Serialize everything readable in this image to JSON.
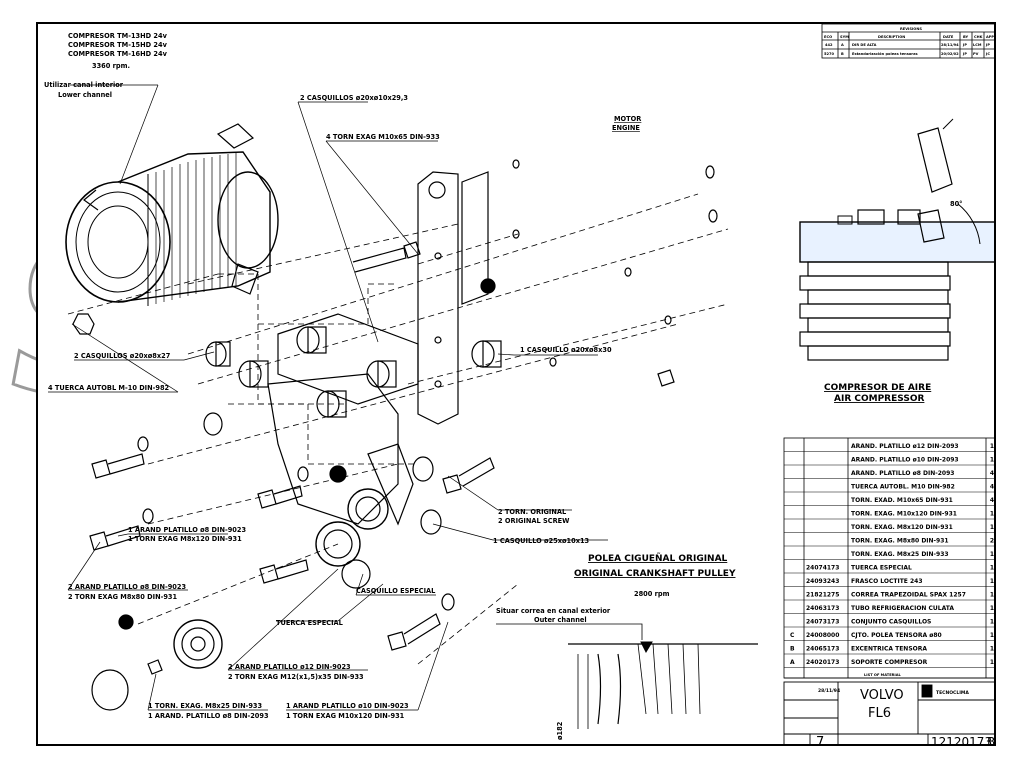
{
  "compressor": {
    "line1": "COMPRESOR TM-13HD 24v",
    "line2": "COMPRESOR TM-15HD 24v",
    "line3": "COMPRESOR TM-16HD 24v",
    "rpm": "3360 rpm.",
    "channel_es": "Utilizar canal interior",
    "channel_en": "Lower channel"
  },
  "callouts": {
    "casquillos_20x29": "2 CASQUILLOS ø20xø10x29,3",
    "torn_m10x65": "4 TORN EXAG M10x65 DIN-933",
    "casquillos_20x27": "2 CASQUILLOS ø20xø8x27",
    "tuerca_m10": "4 TUERCA AUTOBL M-10 DIN-982",
    "casquillo_20x30": "1 CASQUILLO ø20xø8x30",
    "torn_original_es": "2 TORN. ORIGINAL",
    "torn_original_en": "2 ORIGINAL SCREW",
    "casquillo_25x13": "1 CASQUILLO ø25xø10x13",
    "arand8_a": "1 ARAND PLATILLO ø8 DIN-9023",
    "torn_m8x120": "1 TORN EXAG M8x120 DIN-931",
    "arand8_b": "2 ARAND PLATILLO ø8 DIN-9023",
    "torn_m8x80": "2 TORN EXAG M8x80 DIN-931",
    "casquillo_especial": "CASQUILLO ESPECIAL",
    "tuerca_especial": "TUERCA ESPECIAL",
    "arand12": "2 ARAND PLATILLO ø12 DIN-9023",
    "torn_m12": "2 TORN EXAG M12(x1,5)x35 DIN-933",
    "torn_m8x25": "1 TORN. EXAG. M8x25 DIN-933",
    "arand8_c": "1 ARAND. PLATILLO ø8 DIN-2093",
    "arand10": "1 ARAND PLATILLO ø10 DIN-9023",
    "torn_m10x120": "1 TORN EXAG M10x120 DIN-931"
  },
  "motor": {
    "es": "MOTOR",
    "en": "ENGINE"
  },
  "air_compressor": {
    "es": "COMPRESOR DE AIRE",
    "en": "AIR COMPRESSOR",
    "angle": "80°"
  },
  "pulley": {
    "es": "POLEA CIGUEÑAL ORIGINAL",
    "en": "ORIGINAL CRANKSHAFT PULLEY",
    "rpm": "2800 rpm",
    "channel_es": "Situar correa en canal exterior",
    "channel_en": "Outer channel",
    "dim": "ø182"
  },
  "revisions": {
    "title": "REVISIONS",
    "headers": [
      "ECO",
      "SYM",
      "DESCRIPTION",
      "DATE",
      "BY",
      "CHK",
      "APP"
    ],
    "rows": [
      [
        "442",
        "A",
        "DIR DE ALTA",
        "28/11/94",
        "JP",
        "LCM",
        "JP"
      ],
      [
        "5270",
        "B",
        "Estandarización poleas tensoras",
        "20/02/02",
        "JP",
        "PV",
        "JC"
      ]
    ]
  },
  "parts": [
    {
      "ref": "",
      "desc": "ARAND. PLATILLO ø12 DIN-2093",
      "qty": "1"
    },
    {
      "ref": "",
      "desc": "ARAND. PLATILLO ø10 DIN-2093",
      "qty": "1"
    },
    {
      "ref": "",
      "desc": "ARAND. PLATILLO ø8 DIN-2093",
      "qty": "4"
    },
    {
      "ref": "",
      "desc": "TUERCA AUTOBL. M10 DIN-982",
      "qty": "4"
    },
    {
      "ref": "",
      "desc": "TORN. EXAD. M10x65 DIN-931",
      "qty": "4"
    },
    {
      "ref": "",
      "desc": "TORN. EXAG. M10x120 DIN-931",
      "qty": "1"
    },
    {
      "ref": "",
      "desc": "TORN. EXAG. M8x120 DIN-931",
      "qty": "1"
    },
    {
      "ref": "",
      "desc": "TORN. EXAG. M8x80 DIN-931",
      "qty": "2"
    },
    {
      "ref": "",
      "desc": "TORN. EXAG. M8x25 DIN-933",
      "qty": "1"
    },
    {
      "ref": "24074173",
      "desc": "TUERCA ESPECIAL",
      "qty": "1"
    },
    {
      "ref": "24093243",
      "desc": "FRASCO LOCTITE 243",
      "qty": "1"
    },
    {
      "ref": "21821275",
      "desc": "CORREA TRAPEZOIDAL SPAX 1257",
      "qty": "1"
    },
    {
      "ref": "24063173",
      "desc": "TUBO REFRIGERACION CULATA",
      "qty": "1"
    },
    {
      "ref": "24073173",
      "desc": "CONJUNTO CASQUILLOS",
      "qty": "1"
    },
    {
      "ref": "24008000",
      "desc": "CJTO. POLEA TENSORA ø80",
      "qty": "1",
      "sym": "C"
    },
    {
      "ref": "24065173",
      "desc": "EXCENTRICA TENSORA",
      "qty": "1",
      "sym": "B"
    },
    {
      "ref": "24020173",
      "desc": "SOPORTE COMPRESOR",
      "qty": "1",
      "sym": "A"
    }
  ],
  "parts_footer": "LIST OF MATERIAL",
  "title_block": {
    "model_line1": "VOLVO",
    "model_line2": "FL6",
    "sheet": "7",
    "drawing_number": "12120173",
    "revision": "B",
    "date": "28/11/94",
    "company": "TECNOCLIMA"
  },
  "watermark": {
    "line1": "SWISS",
    "line2": "CLIMA"
  },
  "colors": {
    "ink": "#000000",
    "watermark_red": "#d94a4a",
    "watermark_blue": "#6aa0d8",
    "block_fill": "#e8f2ff"
  }
}
